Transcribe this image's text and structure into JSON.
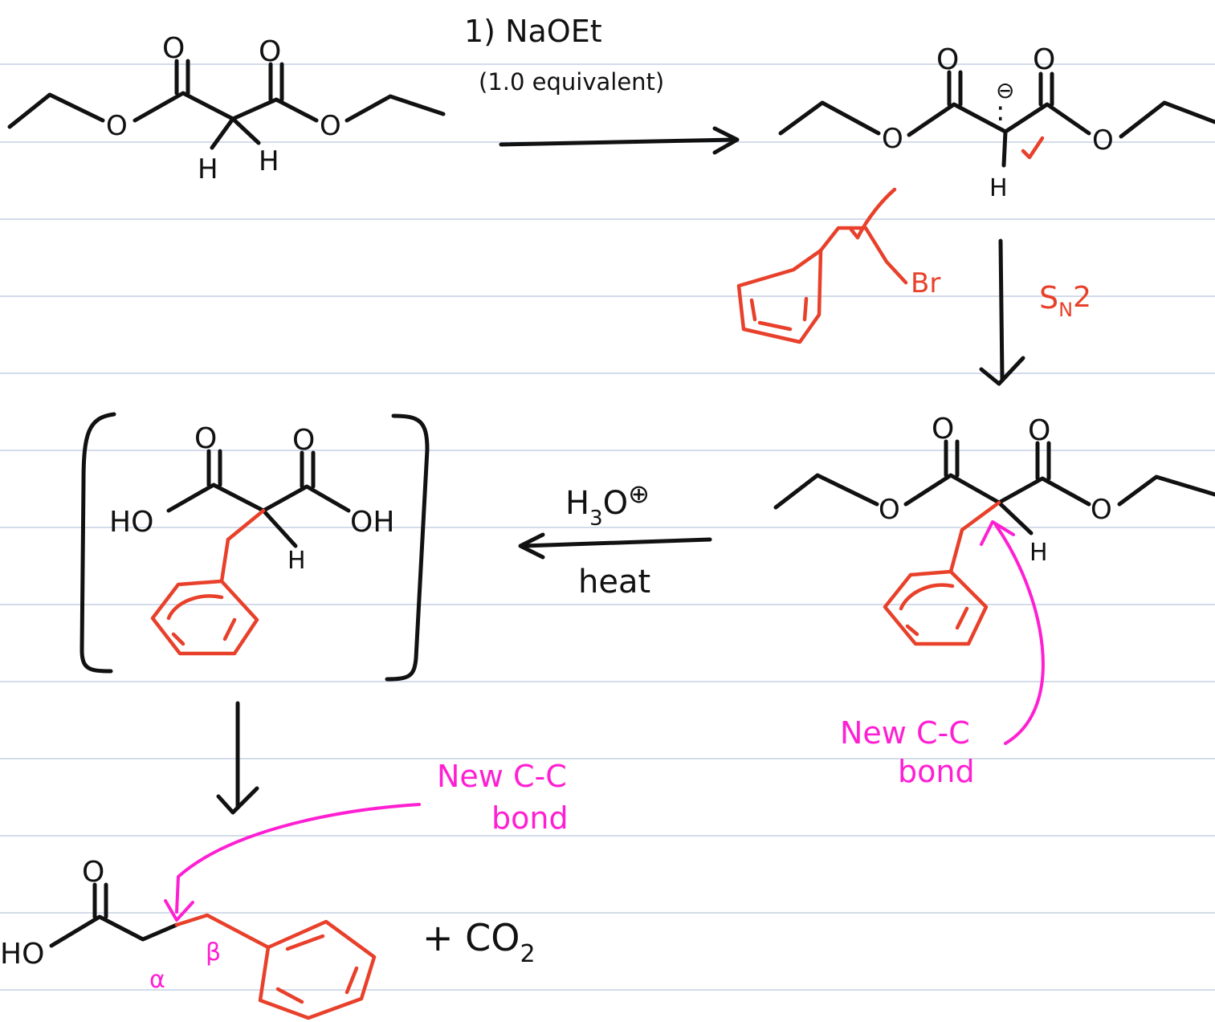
{
  "colors": {
    "ink": "#111111",
    "red": "#e8402a",
    "magenta": "#ff1fd2",
    "rule": "#b9c6dd",
    "paper": "#ffffff"
  },
  "atoms": {
    "oxygen": "O",
    "hydrogen": "H",
    "hydroxyl_left": "HO",
    "hydroxyl_right": "OH",
    "bromine": "Br",
    "anion_lone_pair": ":",
    "anion_charge": "⊖"
  },
  "reagents": {
    "step1_line1": "1) NaOEt",
    "step1_line2": "(1.0 equivalent)",
    "sn2": "S",
    "sn2_sub": "N",
    "sn2_num": "2",
    "hydrolysis_main": "H",
    "hydrolysis_sub": "3",
    "hydrolysis_o": "O",
    "hydrolysis_charge": "⊕",
    "heat": "heat"
  },
  "annotations": {
    "new_bond_line1": "New C-C",
    "new_bond_line2": "bond",
    "alpha": "α",
    "beta": "β"
  },
  "byproduct": "+ CO",
  "byproduct_sub": "2"
}
